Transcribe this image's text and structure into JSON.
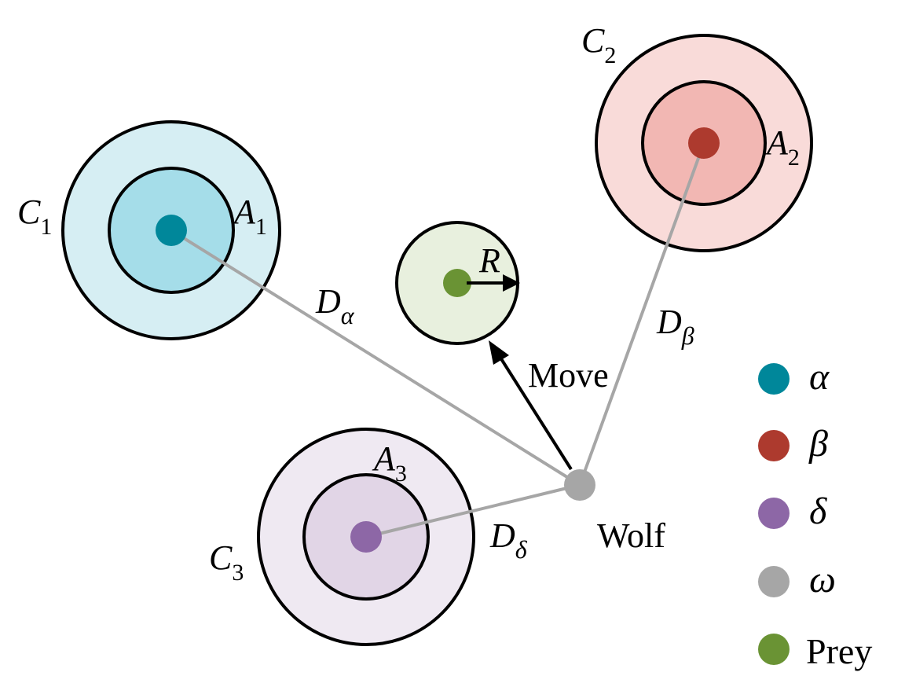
{
  "colors": {
    "alpha_outer": "#d6eef3",
    "alpha_inner": "#a5dde9",
    "alpha_dot": "#00879a",
    "beta_outer": "#f9dbd9",
    "beta_inner": "#f2b7b3",
    "beta_dot": "#ad3a2e",
    "delta_outer": "#efe9f2",
    "delta_inner": "#e1d5e6",
    "delta_dot": "#8d67a6",
    "prey_circle": "#e8f0de",
    "prey_dot": "#6a9334",
    "wolf_dot": "#a6a6a6",
    "distance_line": "#a6a6a6"
  },
  "labels": {
    "c1": {
      "base": "C",
      "sub": "1"
    },
    "a1": {
      "base": "A",
      "sub": "1"
    },
    "c2": {
      "base": "C",
      "sub": "2"
    },
    "a2": {
      "base": "A",
      "sub": "2"
    },
    "c3": {
      "base": "C",
      "sub": "3"
    },
    "a3": {
      "base": "A",
      "sub": "3"
    },
    "d_alpha": {
      "base": "D",
      "sub": "α"
    },
    "d_beta": {
      "base": "D",
      "sub": "β"
    },
    "d_delta": {
      "base": "D",
      "sub": "δ"
    },
    "r": "R",
    "move": "Move",
    "wolf": "Wolf"
  },
  "legend": [
    {
      "symbol": "α",
      "color": "#00879a",
      "italic": true
    },
    {
      "symbol": "β",
      "color": "#ad3a2e",
      "italic": true
    },
    {
      "symbol": "δ",
      "color": "#8d67a6",
      "italic": true
    },
    {
      "symbol": "ω",
      "color": "#a6a6a6",
      "italic": true
    },
    {
      "symbol": "Prey",
      "color": "#6a9334",
      "italic": false
    }
  ]
}
